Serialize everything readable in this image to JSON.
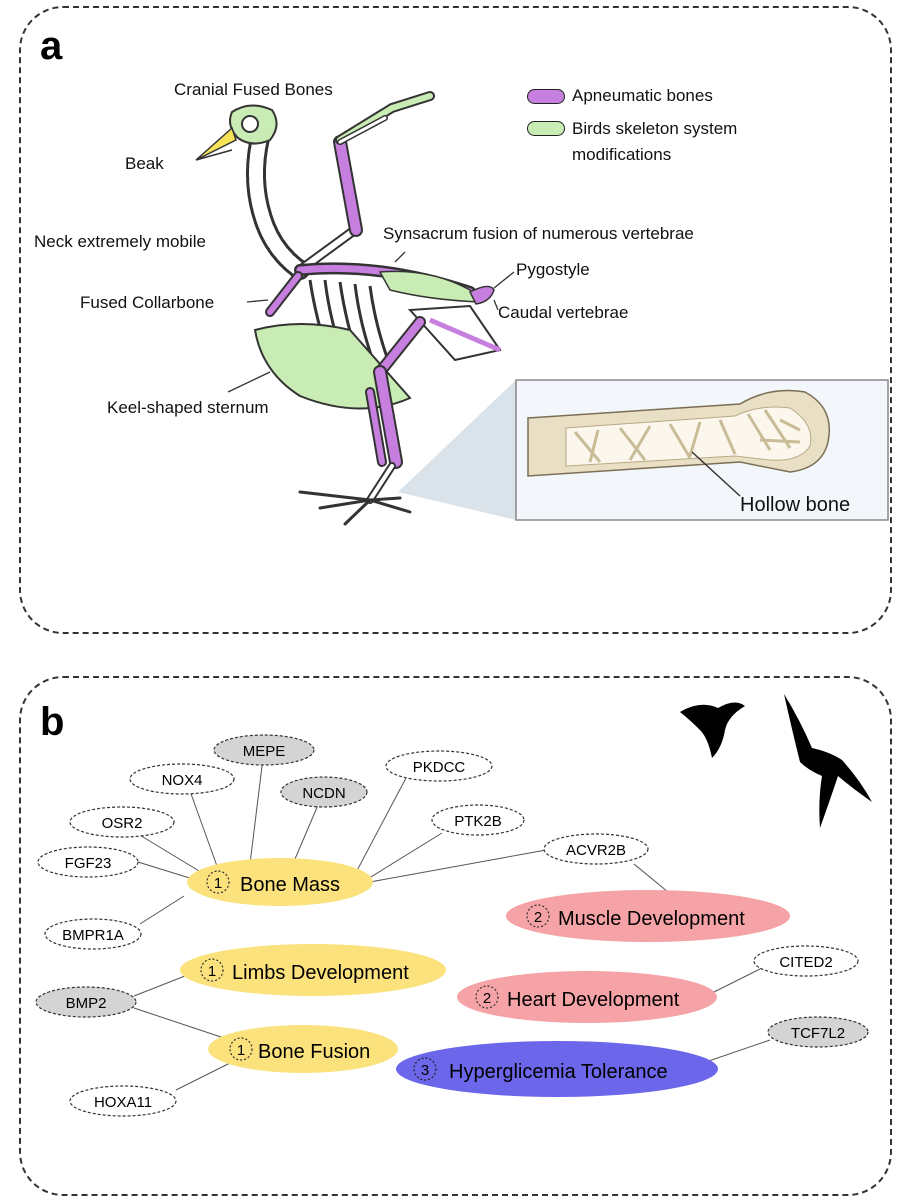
{
  "panel_a": {
    "letter": "a",
    "labels": {
      "cranial": "Cranial Fused Bones",
      "beak": "Beak",
      "neck": "Neck extremely mobile",
      "collarbone": "Fused Collarbone",
      "sternum": "Keel-shaped sternum",
      "synsacrum": "Synsacrum fusion of numerous vertebrae",
      "pygostyle": "Pygostyle",
      "caudal": "Caudal vertebrae",
      "hollow": "Hollow bone"
    },
    "legend": [
      {
        "label": "Apneumatic bones",
        "color": "#c77fdf"
      },
      {
        "label_line1": "Birds skeleton system",
        "label_line2": "modifications",
        "color": "#c9ecb5"
      }
    ]
  },
  "panel_b": {
    "letter": "b",
    "categories": {
      "bone_mass": {
        "num": "1",
        "label": "Bone Mass",
        "color": "#fbe27c"
      },
      "limbs": {
        "num": "1",
        "label": "Limbs Development",
        "color": "#fbe27c"
      },
      "bone_fusion": {
        "num": "1",
        "label": "Bone Fusion",
        "color": "#fbe27c"
      },
      "muscle": {
        "num": "2",
        "label": "Muscle Development",
        "color": "#f5a3a6"
      },
      "heart": {
        "num": "2",
        "label": "Heart Development",
        "color": "#f5a3a6"
      },
      "hyper": {
        "num": "3",
        "label": "Hyperglicemia Tolerance",
        "color": "#6b66ea"
      }
    },
    "genes": {
      "mepe": "MEPE",
      "nox4": "NOX4",
      "ncdn": "NCDN",
      "pkdcc": "PKDCC",
      "osr2": "OSR2",
      "ptk2b": "PTK2B",
      "fgf23": "FGF23",
      "acvr2b": "ACVR2B",
      "bmpr1a": "BMPR1A",
      "bmp2": "BMP2",
      "cited2": "CITED2",
      "tcf7l2": "TCF7L2",
      "hoxa11": "HOXA11"
    }
  }
}
